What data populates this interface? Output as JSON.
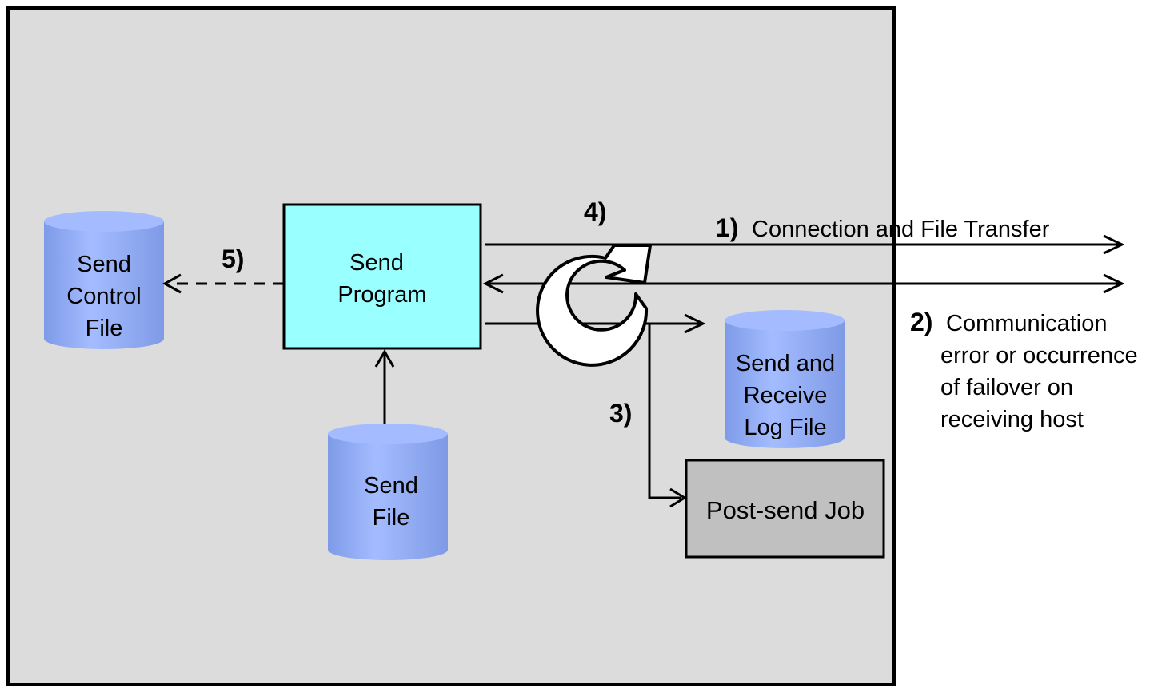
{
  "colors": {
    "host_background": "#dcdcdc",
    "send_program_fill": "#99ffff",
    "post_send_job_fill": "#c0c0c0",
    "cylinder_body": "#8eaaf2",
    "cylinder_top": "#a4bcff",
    "rotate_arrow_fill": "#ffffff"
  },
  "icons": {
    "cylinder": "database-cylinder-icon",
    "retry": "circular-retry-arrow-icon"
  },
  "nodes": {
    "send_control_file": {
      "line1": "Send",
      "line2": "Control",
      "line3": "File"
    },
    "send_program": {
      "line1": "Send",
      "line2": "Program"
    },
    "send_file": {
      "line1": "Send",
      "line2": "File"
    },
    "log_file": {
      "line1": "Send and",
      "line2": "Receive",
      "line3": "Log File"
    },
    "post_send_job": {
      "label": "Post-send Job"
    }
  },
  "steps": {
    "step1": {
      "number": "1)",
      "text": "Connection and File Transfer"
    },
    "step2": {
      "number": "2)",
      "line1": "Communication",
      "line2": "error or occurrence",
      "line3": "of failover on",
      "line4": "receiving host"
    },
    "step3": {
      "number": "3)"
    },
    "step4": {
      "number": "4)"
    },
    "step5": {
      "number": "5)"
    }
  }
}
